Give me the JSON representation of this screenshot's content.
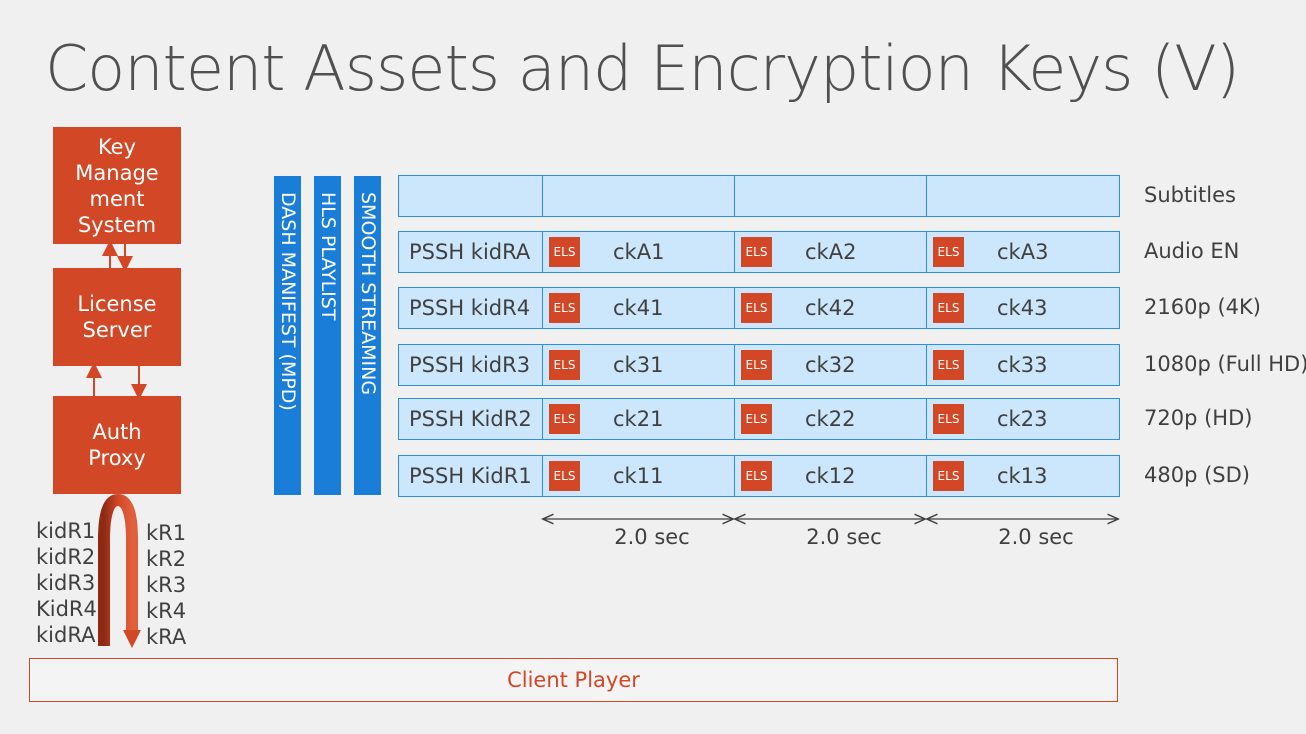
{
  "title": "Content Assets and Encryption Keys (V)",
  "servers": {
    "kms": [
      "Key",
      "Manage",
      "ment",
      "System"
    ],
    "license": [
      "License",
      "Server"
    ],
    "auth": [
      "Auth",
      "Proxy"
    ]
  },
  "manifests": [
    "DASH MANIFEST (MPD)",
    "HLS PLAYLIST",
    "SMOOTH STREAMING"
  ],
  "tracks": [
    {
      "label": "Subtitles",
      "pssh": "",
      "chunks": [
        "",
        "",
        ""
      ]
    },
    {
      "label": "Audio EN",
      "pssh": "PSSH kidRA",
      "chunks": [
        "ckA1",
        "ckA2",
        "ckA3"
      ]
    },
    {
      "label": "2160p (4K)",
      "pssh": "PSSH kidR4",
      "chunks": [
        "ck41",
        "ck42",
        "ck43"
      ]
    },
    {
      "label": "1080p (Full HD)",
      "pssh": "PSSH kidR3",
      "chunks": [
        "ck31",
        "ck32",
        "ck33"
      ]
    },
    {
      "label": "720p (HD)",
      "pssh": "PSSH KidR2",
      "chunks": [
        "ck21",
        "ck22",
        "ck23"
      ]
    },
    {
      "label": "480p (SD)",
      "pssh": "PSSH KidR1",
      "chunks": [
        "ck11",
        "ck12",
        "ck13"
      ]
    }
  ],
  "els_label": "ELS",
  "durations": [
    "2.0 sec",
    "2.0 sec",
    "2.0 sec"
  ],
  "key_ids": [
    "kidR1",
    "kidR2",
    "kidR3",
    "KidR4",
    "kidRA"
  ],
  "keys": [
    "kR1",
    "kR2",
    "kR3",
    "kR4",
    "kRA"
  ],
  "client": "Client Player",
  "colors": {
    "accent": "#d24726",
    "manifest": "#1a7ed8",
    "track_fill": "#cce7fb",
    "track_border": "#2d8fe0"
  }
}
